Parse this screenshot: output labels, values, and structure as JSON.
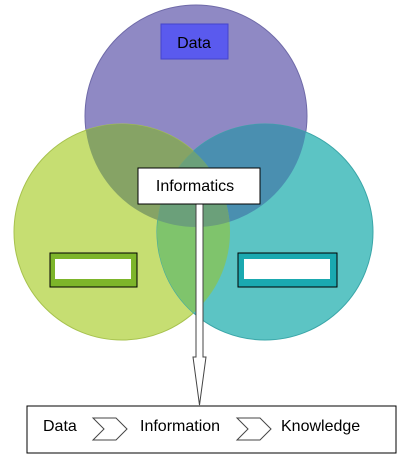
{
  "venn": {
    "top_label": "Data",
    "center_label": "Informatics",
    "left_label": "",
    "right_label": ""
  },
  "flow": {
    "step1": "Data",
    "step2": "Information",
    "step3": "Knowledge"
  },
  "colors": {
    "top_circle": "#8f89c4",
    "left_circle": "#c6de72",
    "right_circle": "#5cc4c4",
    "overlap_top_left": "#86a365",
    "overlap_top_right": "#4a8fb0",
    "overlap_left_right": "#7fc46c",
    "data_box": "#5a5aee",
    "left_box_border": "#7db52a",
    "right_box_border": "#1aa9b0"
  }
}
